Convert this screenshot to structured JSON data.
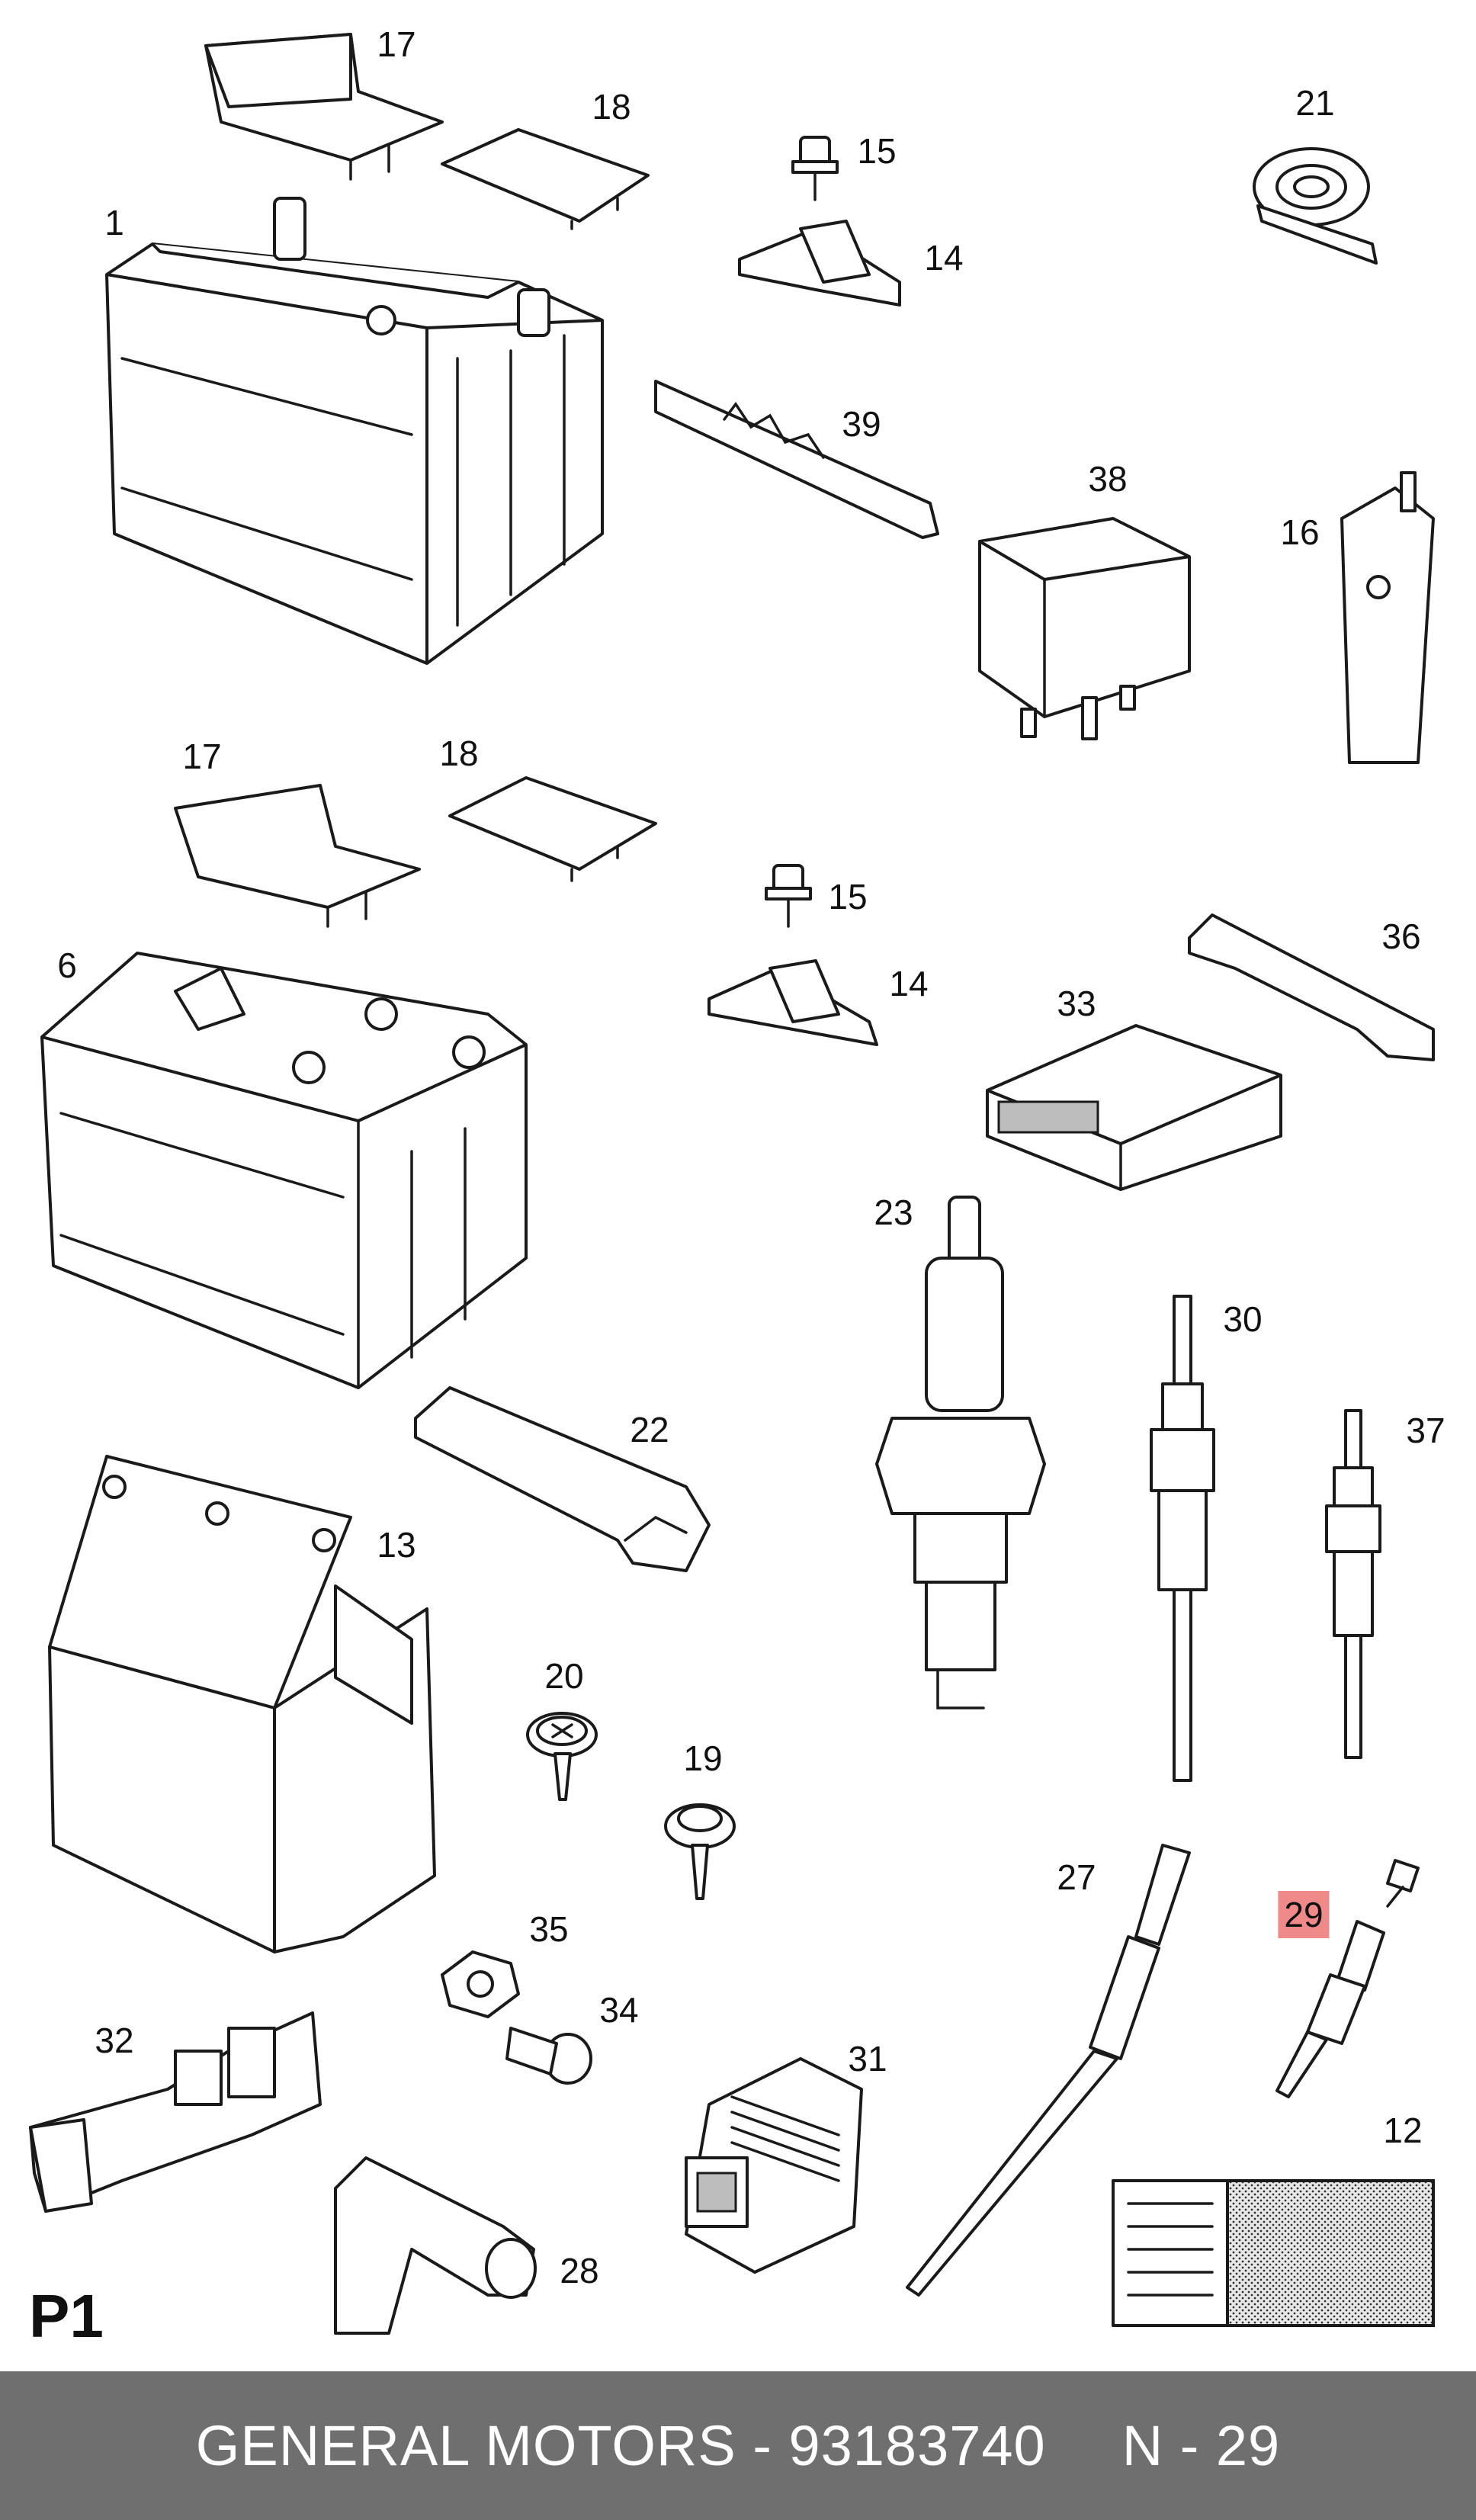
{
  "diagram": {
    "callouts": [
      {
        "id": "c17a",
        "label": "17"
      },
      {
        "id": "c18a",
        "label": "18"
      },
      {
        "id": "c15a",
        "label": "15"
      },
      {
        "id": "c21",
        "label": "21"
      },
      {
        "id": "c1",
        "label": "1"
      },
      {
        "id": "c14a",
        "label": "14"
      },
      {
        "id": "c39",
        "label": "39"
      },
      {
        "id": "c38",
        "label": "38"
      },
      {
        "id": "c16",
        "label": "16"
      },
      {
        "id": "c17b",
        "label": "17"
      },
      {
        "id": "c18b",
        "label": "18"
      },
      {
        "id": "c15b",
        "label": "15"
      },
      {
        "id": "c6",
        "label": "6"
      },
      {
        "id": "c36",
        "label": "36"
      },
      {
        "id": "c14b",
        "label": "14"
      },
      {
        "id": "c33",
        "label": "33"
      },
      {
        "id": "c23",
        "label": "23"
      },
      {
        "id": "c30",
        "label": "30"
      },
      {
        "id": "c22",
        "label": "22"
      },
      {
        "id": "c37",
        "label": "37"
      },
      {
        "id": "c13",
        "label": "13"
      },
      {
        "id": "c20",
        "label": "20"
      },
      {
        "id": "c19",
        "label": "19"
      },
      {
        "id": "c27",
        "label": "27"
      },
      {
        "id": "c29",
        "label": "29",
        "highlighted": true
      },
      {
        "id": "c35",
        "label": "35"
      },
      {
        "id": "c34",
        "label": "34"
      },
      {
        "id": "c32",
        "label": "32"
      },
      {
        "id": "c31",
        "label": "31"
      },
      {
        "id": "c12",
        "label": "12"
      },
      {
        "id": "c28",
        "label": "28"
      }
    ],
    "page_ref": "P1",
    "highlight_color": "#f08a8a"
  },
  "footer": {
    "part_text": "GENERAL MOTORS - 93183740",
    "callout_ref": "N - 29",
    "background": "#6f6f6f"
  }
}
